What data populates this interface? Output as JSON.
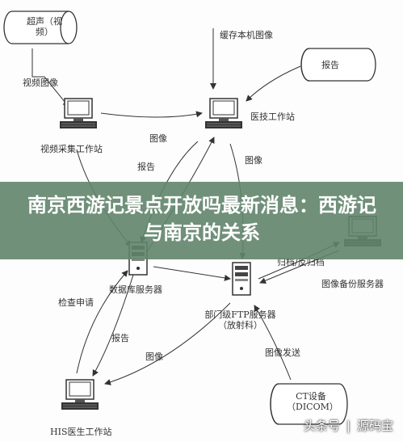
{
  "nodes": {
    "ultrasound": "超声（视频）",
    "video_image": "视频图像",
    "video_ws": "视频采集工作站",
    "cache_local": "缓存本机图像",
    "report_storage": "报告",
    "tech_ws": "医技工作站",
    "db_server": "数据库服务器",
    "archive": "归档/反归档",
    "backup_server": "图像备份服务器",
    "ftp_server": "部门级FTP服务器（放射科）",
    "his_ws": "HIS医生工作站",
    "ct_device": "CT设备（DICOM）"
  },
  "edges": {
    "image_1": "图像",
    "image_2": "图像",
    "report_1": "报告",
    "check_request": "检查申请",
    "report_2": "报告",
    "image_3": "图像",
    "image_send": "图像发送"
  },
  "banner": {
    "title": "南京西游记景点开放吗最新消息：西游记与南京的关系"
  },
  "watermark": {
    "left": "头条号",
    "right": "源码宝"
  }
}
